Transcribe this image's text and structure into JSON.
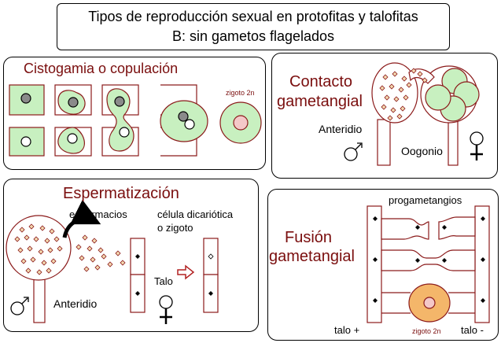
{
  "header": {
    "title_line1": "Tipos de reproducción sexual en protofitas y talofitas",
    "title_line2": "B: sin gametos flagelados"
  },
  "cistogamia": {
    "title": "Cistogamia o copulación",
    "zygote_label": "zigoto 2n"
  },
  "contacto": {
    "title_line1": "Contacto",
    "title_line2": "gametangial",
    "anteridio": "Anteridio",
    "oogonio": "Oogonio"
  },
  "espermatizacion": {
    "title": "Espermatización",
    "espermacios": "espermacios",
    "celula_line1": "célula dicariótica",
    "celula_line2": "o zigoto",
    "talo": "Talo",
    "anteridio": "Anteridio"
  },
  "fusion": {
    "title_line1": "Fusión",
    "title_line2": "gametangial",
    "progametangios": "progametangios",
    "talo_plus": "talo +",
    "talo_minus": "talo -",
    "zygote_label": "zigoto 2n"
  },
  "colors": {
    "cell_fill": "#c8f0c0",
    "cell_border": "#8b1a1a",
    "nucleus_gray": "#8a8a8a",
    "zygote_orange": "#f4b66a",
    "title_red": "#7a0e0e"
  }
}
